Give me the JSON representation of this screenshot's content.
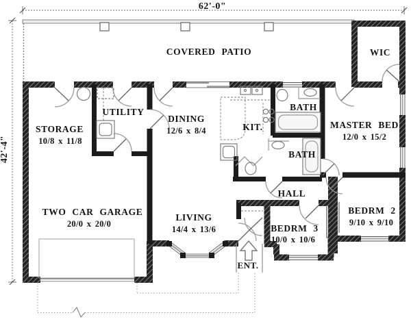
{
  "dimensions": {
    "width_label": "62'-0\"",
    "height_label": "42'-4\""
  },
  "rooms": {
    "patio": {
      "name": "COVERED PATIO"
    },
    "wic": {
      "name": "WIC"
    },
    "utility": {
      "name": "UTILITY"
    },
    "storage": {
      "name": "STORAGE",
      "size": "10/8 x 11/8"
    },
    "dining": {
      "name": "DINING",
      "size": "12/6 x 8/4"
    },
    "kitchen": {
      "name": "KIT."
    },
    "bath_upper": {
      "name": "BATH"
    },
    "bath_lower": {
      "name": "BATH"
    },
    "master": {
      "name": "MASTER BED",
      "size": "12/0 x 15/2"
    },
    "hall": {
      "name": "HALL"
    },
    "garage": {
      "name": "TWO CAR GARAGE",
      "size": "20/0 x 20/0"
    },
    "living": {
      "name": "LIVING",
      "size": "14/4 x 13/6"
    },
    "bedroom3": {
      "name": "BEDRM 3",
      "size": "10/0 x 10/6"
    },
    "bedroom2": {
      "name": "BEDRM 2",
      "size": "9/10 x 9/10"
    },
    "entry": {
      "name": "ENT."
    }
  },
  "colors": {
    "wall": "#1c1c1c",
    "thin_line": "#8a8a8a",
    "background": "#ffffff"
  }
}
